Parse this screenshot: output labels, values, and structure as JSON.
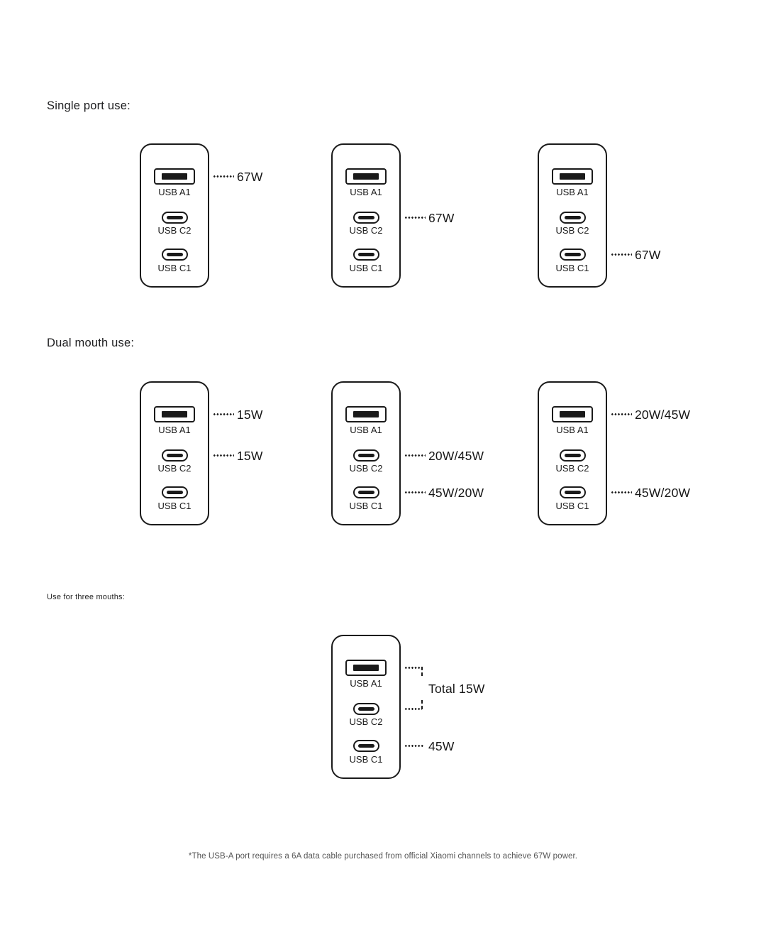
{
  "colors": {
    "ink": "#1A1A1A",
    "note_gray": "#555555",
    "background": "#FFFFFF"
  },
  "icons": {
    "usb_a": "usb-a-port-icon",
    "usb_c": "usb-c-port-icon",
    "dotted_connector": "dotted-line",
    "bracket_tick": "dashed-tick"
  },
  "headings": {
    "single": "Single port use:",
    "dual": "Dual mouth use:",
    "triple": "Use for three mouths:"
  },
  "port_labels": {
    "a1": "USB A1",
    "c2": "USB C2",
    "c1": "USB C1"
  },
  "power_labels": {
    "single_1_a1": "67W",
    "single_2_c2": "67W",
    "single_3_c1": "67W",
    "dual_1_a1": "15W",
    "dual_1_c2": "15W",
    "dual_2_c2": "20W/45W",
    "dual_2_c1": "45W/20W",
    "dual_3_a1": "20W/45W",
    "dual_3_c1": "45W/20W",
    "triple_total": "Total 15W",
    "triple_c1": "45W"
  },
  "footnote": "*The USB-A port requires a 6A data cable purchased from official Xiaomi channels to achieve 67W power."
}
